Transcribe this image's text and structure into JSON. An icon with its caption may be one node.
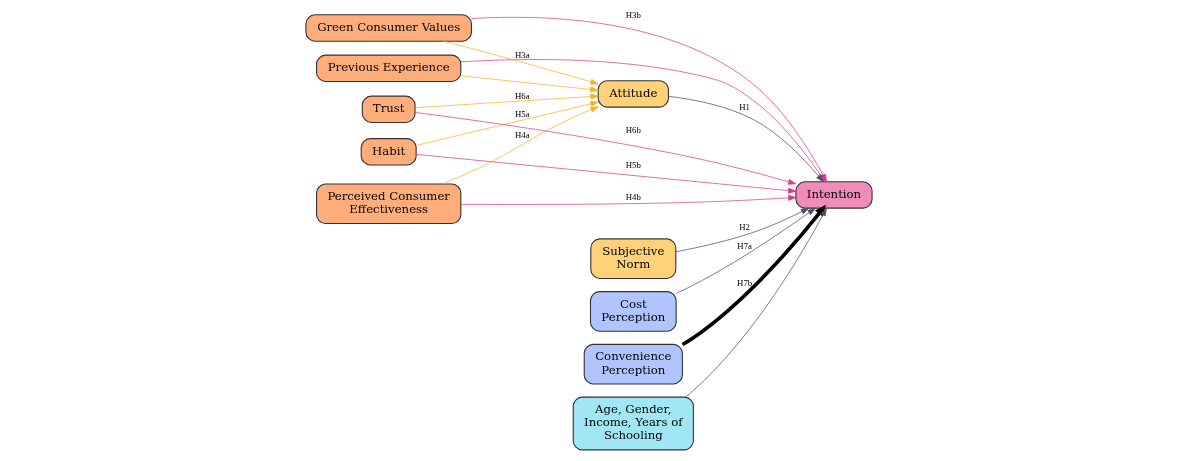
{
  "diagram": {
    "nodes": [
      {
        "text": [
          "Previous Experience"
        ]
      },
      {
        "text": [
          "Green Consumer Values"
        ]
      },
      {
        "text": [
          "Perceived Consumer Effectiveness"
        ]
      },
      {
        "text": [
          "Habit"
        ]
      },
      {
        "text": [
          "Trust"
        ]
      },
      {
        "text": [
          "Attitude"
        ]
      },
      {
        "text": [
          "Intention"
        ]
      },
      {
        "text": [
          "Subjective Norm"
        ]
      },
      {
        "text": [
          "Cost Perception"
        ]
      },
      {
        "text": [
          "Convenience Perception"
        ]
      },
      {
        "text": [
          "Age, Gender, Income, Years of Schooling"
        ]
      }
    ],
    "edges": [
      {
        "from": 0,
        "to": 5,
        "arrow": "to",
        "color": "#f5b21e"
      },
      {
        "from": 0,
        "to": 6,
        "arrow": "to",
        "color": "#d63b8f"
      },
      {
        "from": 1,
        "to": 5,
        "arrow": "to",
        "label": "H3a",
        "color": "#f5b21e"
      },
      {
        "from": 1,
        "to": 6,
        "arrow": "to",
        "label": "H3b",
        "color": "#d63b8f"
      },
      {
        "from": 2,
        "to": 5,
        "arrow": "to",
        "label": "H4a",
        "color": "#f5b21e"
      },
      {
        "from": 2,
        "to": 6,
        "arrow": "to",
        "label": "H4b",
        "color": "#d63b8f"
      },
      {
        "from": 3,
        "to": 5,
        "arrow": "to",
        "label": "H5a",
        "color": "#f5b21e"
      },
      {
        "from": 3,
        "to": 6,
        "arrow": "to",
        "label": "H5b",
        "color": "#d63b8f"
      },
      {
        "from": 4,
        "to": 5,
        "arrow": "to",
        "label": "H6a",
        "color": "#f5b21e"
      },
      {
        "from": 4,
        "to": 6,
        "arrow": "to",
        "label": "H6b",
        "color": "#d63b8f"
      },
      {
        "from": 5,
        "to": 6,
        "arrow": "to",
        "label": "H1",
        "color": "#4a5060"
      },
      {
        "from": 7,
        "to": 6,
        "arrow": "to",
        "label": "H2",
        "color": "#4a5060"
      },
      {
        "from": 8,
        "to": 6,
        "arrow": "to",
        "label": "H7a",
        "color": "#4a5060"
      },
      {
        "from": 9,
        "to": 6,
        "arrow": "to",
        "label": "H7b",
        "style": "thick",
        "color": "#000000"
      },
      {
        "from": 10,
        "to": 6,
        "arrow": "to",
        "color": "#4a5060"
      }
    ]
  }
}
